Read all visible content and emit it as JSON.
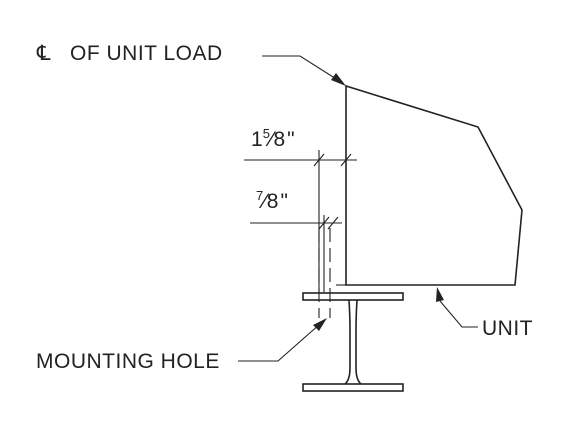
{
  "labels": {
    "centerline_symbol": "℄",
    "centerline_text": "OF UNIT LOAD",
    "unit": "UNIT",
    "mounting_hole": "MOUNTING HOLE"
  },
  "dimensions": {
    "outer": {
      "whole": "1",
      "numerator": "5",
      "slash": "⁄",
      "denominator": "8",
      "unit_mark": "\""
    },
    "inner": {
      "numerator": "7",
      "slash": "⁄",
      "denominator": "8",
      "unit_mark": "\""
    }
  }
}
